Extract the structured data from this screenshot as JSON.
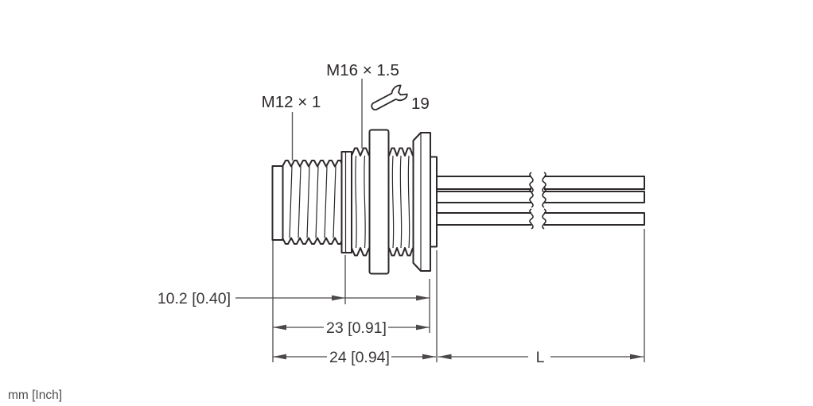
{
  "drawing": {
    "labels": {
      "front_thread": "M12 × 1",
      "mounting_thread": "M16 × 1.5",
      "wrench_size": "19"
    },
    "dimensions": {
      "front_length": "10.2 [0.40]",
      "flange_length": "23 [0.91]",
      "body_length": "24 [0.94]",
      "cable_length": "L"
    },
    "unit_note": "mm [Inch]",
    "icons": {
      "wrench": "wrench-icon"
    },
    "colors": {
      "line": "#2d282a",
      "dim": "#4c4848",
      "note": "#4d4d4d",
      "background": "#ffffff"
    }
  }
}
